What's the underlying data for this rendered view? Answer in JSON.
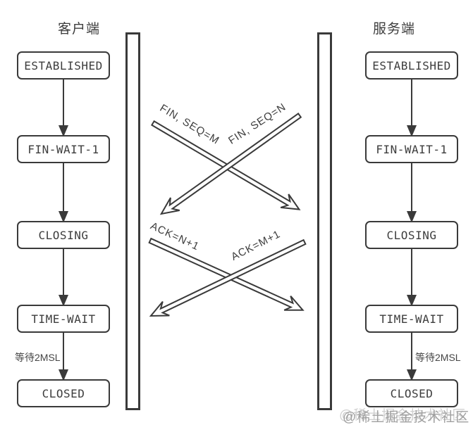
{
  "diagram": {
    "title_client": "客户端",
    "title_server": "服务端",
    "client_states": [
      "ESTABLISHED",
      "FIN-WAIT-1",
      "CLOSING",
      "TIME-WAIT",
      "CLOSED"
    ],
    "server_states": [
      "ESTABLISHED",
      "FIN-WAIT-1",
      "CLOSING",
      "TIME-WAIT",
      "CLOSED"
    ],
    "client_wait_label": "等待2MSL",
    "server_wait_label": "等待2MSL",
    "messages": {
      "fin_from_client": "FIN, SEQ=M",
      "fin_from_server": "FIN, SEQ=N",
      "ack_from_client": "ACK=N+1",
      "ack_from_server": "ACK=M+1"
    },
    "watermark": "@稀土掘金技术社区",
    "colors": {
      "stroke": "#3a3a3a",
      "text": "#3d3d3d",
      "watermark": "#a0a0a0"
    }
  }
}
